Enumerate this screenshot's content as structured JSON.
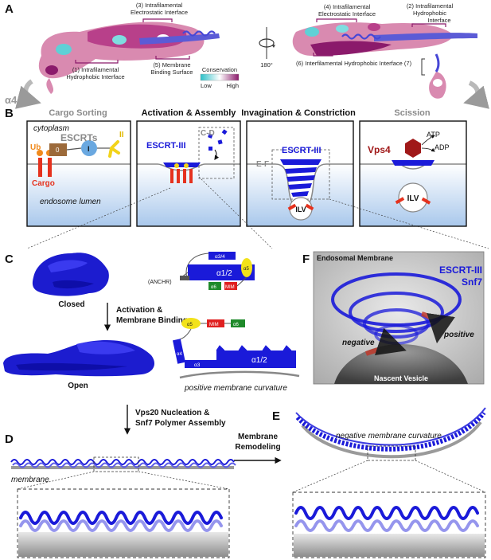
{
  "panels": {
    "a": "A",
    "b": "B",
    "c": "C",
    "d": "D",
    "e": "E",
    "f": "F"
  },
  "panel_a": {
    "interfaces": {
      "i3": [
        "(3) Intrafilamental",
        "Electrostatic Interface"
      ],
      "i1": [
        "(1) Intrafilamental",
        "Hydrophobic Interface"
      ],
      "i5": [
        "(5) Membrane",
        "Binding Surface"
      ],
      "i4": [
        "(4) Intrafilamental",
        "Electrostatic Interface"
      ],
      "i2": [
        "(2) Intrafilamental",
        "Hydrophobic",
        "Interface"
      ],
      "i6": "(6) Interfilamental Hydrophobic Interface (7)"
    },
    "alpha4": "α4",
    "rotation": "180°",
    "conservation": {
      "title": "Conservation",
      "low": "Low",
      "high": "High",
      "colors": [
        "#2bbfc7",
        "#ffffff",
        "#8b1a6b"
      ]
    }
  },
  "panel_b": {
    "stages": [
      "Cargo Sorting",
      "Activation & Assembly",
      "Invagination & Constriction",
      "Scission"
    ],
    "stage_colors": [
      "#8a8a8a",
      "#111111",
      "#111111",
      "#8a8a8a"
    ],
    "cytoplasm": "cytoplasm",
    "lumen": "endosome lumen",
    "ub": "Ub",
    "escrts": "ESCRTs",
    "escrt_0": "0",
    "escrt_1": "I",
    "escrt_2": "II",
    "cargo": "Cargo",
    "escrt3": "ESCRT-III",
    "cd": "C-D",
    "ef": "E-F",
    "ilv": "ILV",
    "vps4": "Vps4",
    "atp": "ATP",
    "adp": "ADP"
  },
  "panel_c": {
    "closed": "Closed",
    "open": "Open",
    "activation": [
      "Activation &",
      "Membrane Binding"
    ],
    "anchr": "(ANCHR)",
    "helices": {
      "a12": "α1/2",
      "a34": "α3/4",
      "a5": "α5",
      "a6": "α6",
      "mim": "MIM",
      "a3": "α3",
      "a4": "α4"
    },
    "positive_curv": "positive membrane curvature"
  },
  "panel_d": {
    "nucleation": [
      "Vps20 Nucleation &",
      "Snf7 Polymer Assembly"
    ],
    "membrane": "membrane"
  },
  "panel_e": {
    "remodeling": [
      "Membrane",
      "Remodeling"
    ],
    "negative_curv": "negative membrane curvature"
  },
  "panel_f": {
    "endo_membrane": "Endosomal Membrane",
    "escrt3": "ESCRT-III",
    "snf7": "Snf7",
    "negative": "negative",
    "positive": "positive",
    "vesicle": "Nascent Vesicle"
  },
  "colors": {
    "escrt_blue": "#1a1ad9",
    "cargo_red": "#e5321e",
    "ub_orange": "#f08a1c",
    "escrt0_brown": "#9c6a3a",
    "escrt1_blue": "#6aa8e0",
    "escrt2_yellow": "#f2d31a",
    "vps4_red": "#a01818",
    "mim_red": "#e02020",
    "a6_green": "#1f8a2a",
    "a5_yellow": "#f2e21a"
  }
}
